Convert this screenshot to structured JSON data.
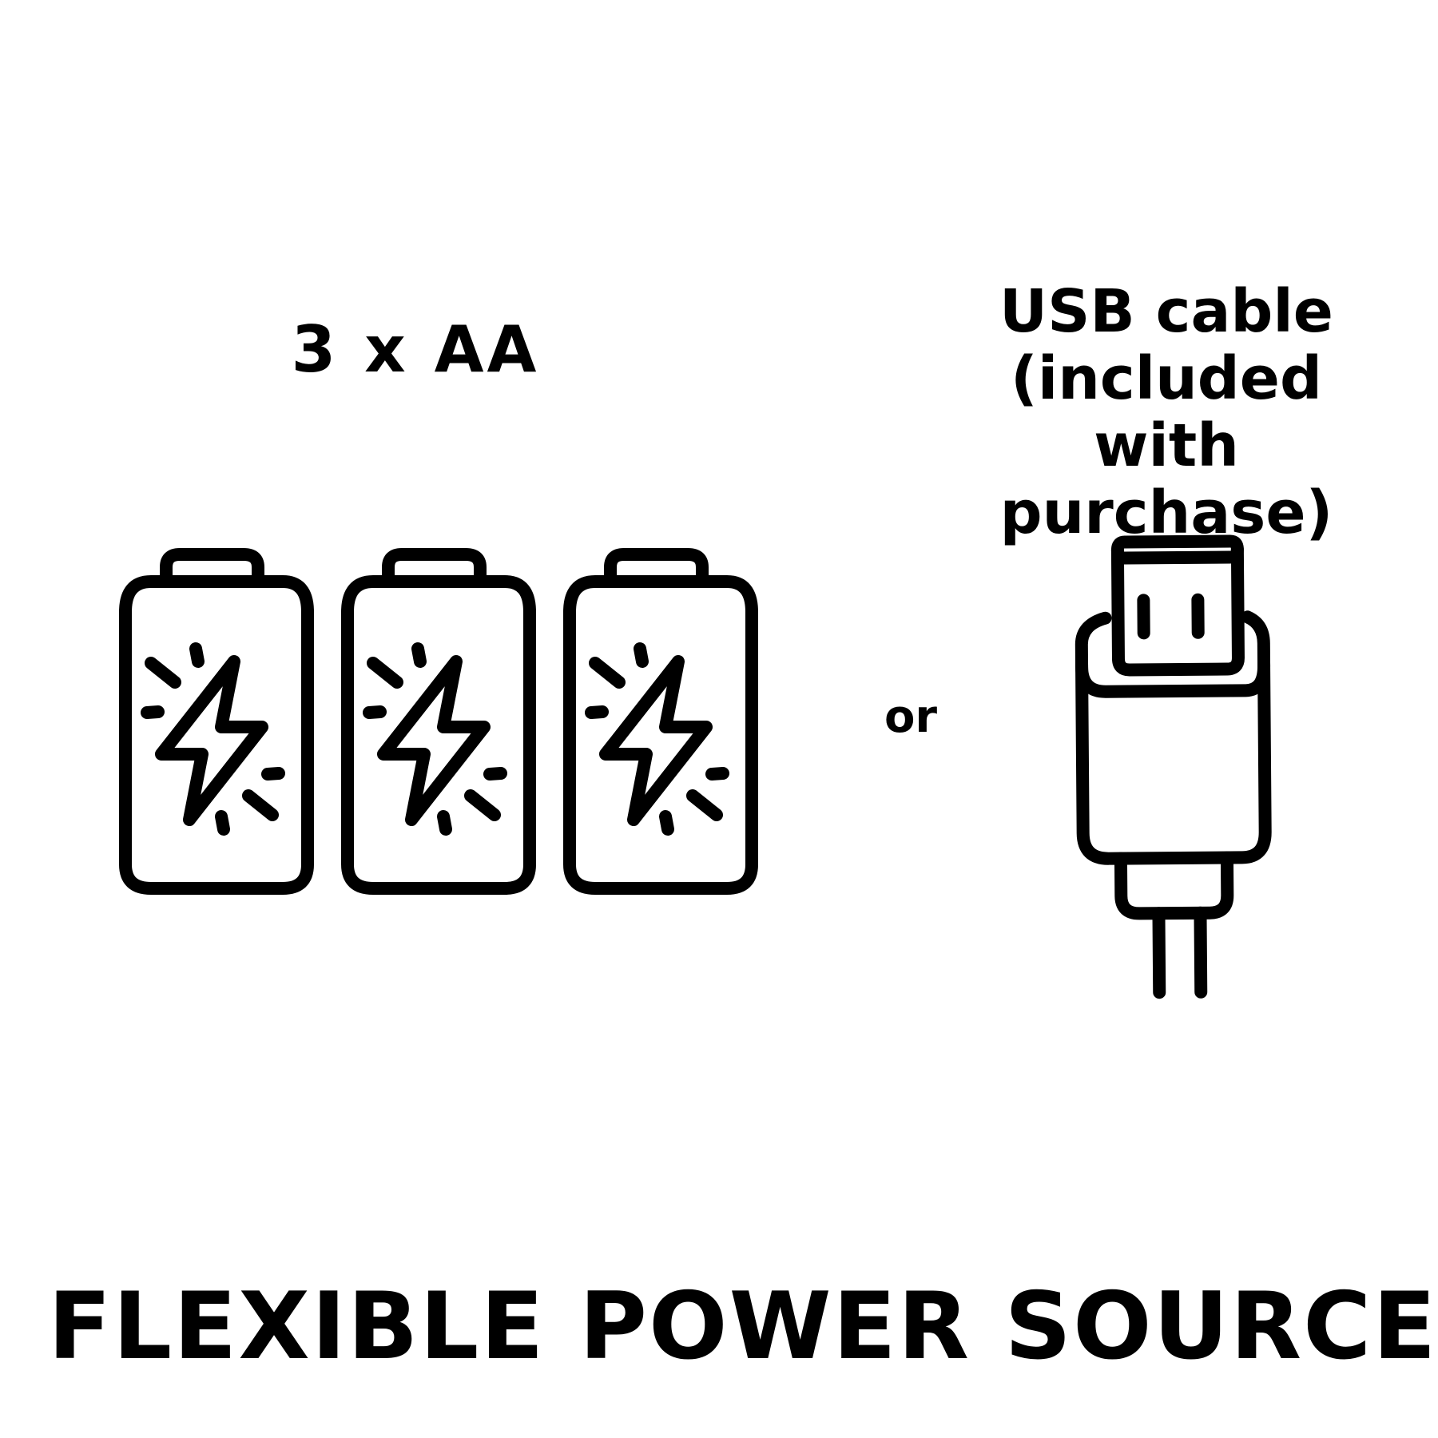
{
  "battery_option": {
    "label": "3 x AA",
    "count": 3,
    "icon": "battery-charging-icon"
  },
  "separator": {
    "label": "or"
  },
  "usb_option": {
    "label": "USB cable (included with purchase)",
    "icon": "usb-plug-icon"
  },
  "title": "FLEXIBLE POWER SOURCE",
  "colors": {
    "background": "#ffffff",
    "foreground": "#000000"
  }
}
